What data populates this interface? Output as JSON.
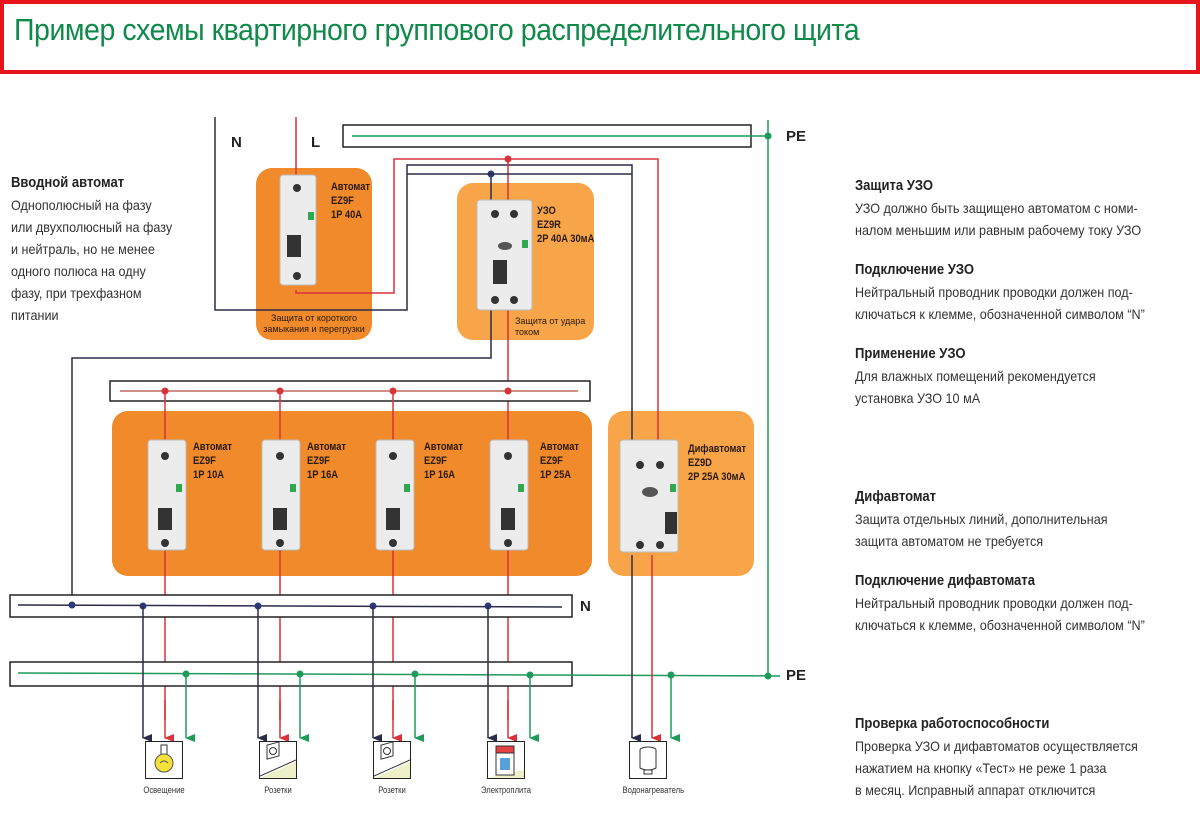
{
  "title": "Пример схемы квартирного группового распределительного щита",
  "colors": {
    "title_green": "#0f8a4a",
    "title_border": "#e8141b",
    "phase_wire": "#d9333a",
    "neutral_wire": "#2c2c4a",
    "earth_wire": "#1e9a5a",
    "panel_orange": "#f08a2a",
    "panel_orange_light": "#f7a548"
  },
  "bus_labels": {
    "n_top": "N",
    "l_top": "L",
    "pe_top": "PE",
    "n_bottom": "N",
    "pe_bottom": "PE"
  },
  "devices": {
    "main_breaker": {
      "lines": [
        "Автомат",
        "EZ9F",
        "1P 40A"
      ],
      "caption": [
        "Защита от короткого",
        "замыкания и перегрузки"
      ]
    },
    "rcd": {
      "lines": [
        "УЗО",
        "EZ9R",
        "2P 40A 30мА"
      ],
      "caption": [
        "Защита от удара",
        "током"
      ]
    },
    "group_breakers": [
      {
        "lines": [
          "Автомат",
          "EZ9F",
          "1P 10A"
        ]
      },
      {
        "lines": [
          "Автомат",
          "EZ9F",
          "1P 16A"
        ]
      },
      {
        "lines": [
          "Автомат",
          "EZ9F",
          "1P 16A"
        ]
      },
      {
        "lines": [
          "Автомат",
          "EZ9F",
          "1P 25A"
        ]
      }
    ],
    "rcbo": {
      "lines": [
        "Дифавтомат",
        "EZ9D",
        "2P 25A 30мА"
      ]
    }
  },
  "loads": [
    {
      "label": "Освещение",
      "icon": "light-bulb-icon"
    },
    {
      "label": "Розетки",
      "icon": "socket-icon"
    },
    {
      "label": "Розетки",
      "icon": "socket-icon"
    },
    {
      "label": "Электроплита",
      "icon": "electric-stove-icon"
    },
    {
      "label": "Водонагреватель",
      "icon": "water-heater-icon"
    }
  ],
  "notes": {
    "input_breaker": {
      "heading": "Вводной автомат",
      "lines": [
        "Однополюсный на фазу",
        "или двухполюсный на фазу",
        "и нейтраль, но не менее",
        "одного полюса на одну",
        "фазу, при трехфазном",
        "питании"
      ]
    },
    "rcd_protection": {
      "heading": "Защита УЗО",
      "lines": [
        "УЗО должно быть защищено автоматом с номи-",
        "налом меньшим или равным рабочему току УЗО"
      ]
    },
    "rcd_connection": {
      "heading": "Подключение УЗО",
      "lines": [
        "Нейтральный проводник проводки должен под-",
        "ключаться к клемме, обозначенной символом “N”"
      ]
    },
    "rcd_usage": {
      "heading": "Применение УЗО",
      "lines": [
        "Для влажных помещений рекомендуется",
        "установка  УЗО 10 мА"
      ]
    },
    "rcbo": {
      "heading": "Дифавтомат",
      "lines": [
        "Защита отдельных линий, дополнительная",
        "защита автоматом не требуется"
      ]
    },
    "rcbo_connection": {
      "heading": "Подключение дифавтомата",
      "lines": [
        "Нейтральный проводник проводки должен под-",
        "ключаться к клемме, обозначенной символом “N”"
      ]
    },
    "check": {
      "heading": "Проверка работоспособности",
      "lines": [
        "Проверка УЗО и дифавтоматов осуществляется",
        "нажатием на кнопку «Тест» не реже 1 раза",
        "в месяц. Исправный аппарат отключится"
      ]
    }
  }
}
